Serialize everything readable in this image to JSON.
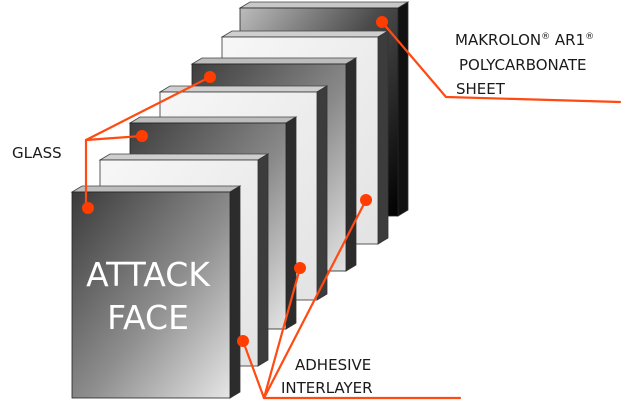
{
  "labels": {
    "makrolon": "MAKROLON",
    "ar1": " AR1",
    "reg_mark": "®",
    "polycarbonate": "POLYCARBONATE",
    "sheet": "SHEET",
    "glass": "GLASS",
    "attack": "ATTACK",
    "face": "FACE",
    "adhesive": "ADHESIVE",
    "interlayer": "INTERLAYER"
  },
  "colors": {
    "leader": "#ff4a12",
    "dot": "#ff3d00",
    "glass_light": "#e6e6e6",
    "glass_dark": "#3a3a3a",
    "interlayer": "#efefef",
    "polycarbonate_dark": "#050505"
  },
  "layers": [
    {
      "id": "attack-face-glass",
      "material": "glass"
    },
    {
      "id": "interlayer-1",
      "material": "interlayer"
    },
    {
      "id": "glass-2",
      "material": "glass"
    },
    {
      "id": "interlayer-2",
      "material": "interlayer"
    },
    {
      "id": "glass-3",
      "material": "glass"
    },
    {
      "id": "interlayer-3",
      "material": "interlayer"
    },
    {
      "id": "polycarbonate-sheet",
      "material": "polycarbonate"
    }
  ]
}
